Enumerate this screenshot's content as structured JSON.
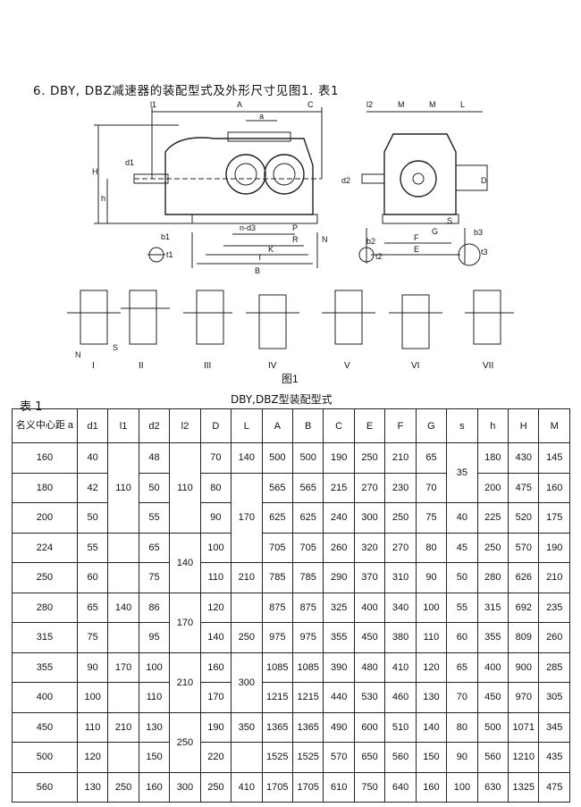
{
  "title": "6. DBY, DBZ减速器的装配型式及外形尺寸见图1. 表1",
  "figure": {
    "side_labels": {
      "l1": "l1",
      "A": "A",
      "a": "a",
      "C": "C",
      "H": "H",
      "h": "h",
      "d1": "d1",
      "b1": "b1",
      "t1": "t1",
      "nd3": "n-d3",
      "P": "P",
      "R": "R",
      "N": "N",
      "K": "K",
      "T": "T",
      "B": "B"
    },
    "end_labels": {
      "l2": "l2",
      "M1": "M",
      "M2": "M",
      "L": "L",
      "d2": "d2",
      "D": "D",
      "G": "G",
      "S": "S",
      "F": "F",
      "E": "E",
      "b2": "b2",
      "t2": "t2",
      "b3": "b3",
      "t3": "t3"
    },
    "arrangements": [
      "I",
      "II",
      "III",
      "IV",
      "V",
      "VI",
      "VII"
    ],
    "arrow_n": "N",
    "arrow_s": "S",
    "fig_caption": "图1"
  },
  "table": {
    "label": "表 1",
    "caption": "DBY,DBZ型装配型式",
    "headers": [
      "名义中心距 a",
      "d1",
      "l1",
      "d2",
      "l2",
      "D",
      "L",
      "A",
      "B",
      "C",
      "E",
      "F",
      "G",
      "s",
      "h",
      "H",
      "M"
    ],
    "rows": [
      [
        "160",
        "40",
        "",
        "48",
        "",
        "70",
        "140",
        "500",
        "500",
        "190",
        "250",
        "210",
        "65",
        "",
        "180",
        "430",
        "145"
      ],
      [
        "180",
        "42",
        "",
        "50",
        "",
        "80",
        "",
        "565",
        "565",
        "215",
        "270",
        "230",
        "70",
        "",
        "200",
        "475",
        "160"
      ],
      [
        "200",
        "50",
        "",
        "55",
        "",
        "90",
        "",
        "625",
        "625",
        "240",
        "300",
        "250",
        "75",
        "40",
        "225",
        "520",
        "175"
      ],
      [
        "224",
        "55",
        "",
        "65",
        "",
        "100",
        "",
        "705",
        "705",
        "260",
        "320",
        "270",
        "80",
        "45",
        "250",
        "570",
        "190"
      ],
      [
        "250",
        "60",
        "",
        "75",
        "",
        "110",
        "210",
        "785",
        "785",
        "290",
        "370",
        "310",
        "90",
        "50",
        "280",
        "626",
        "210"
      ],
      [
        "280",
        "65",
        "140",
        "86",
        "",
        "120",
        "",
        "875",
        "875",
        "325",
        "400",
        "340",
        "100",
        "55",
        "315",
        "692",
        "235"
      ],
      [
        "315",
        "75",
        "",
        "95",
        "",
        "140",
        "250",
        "975",
        "975",
        "355",
        "450",
        "380",
        "110",
        "60",
        "355",
        "809",
        "260"
      ],
      [
        "355",
        "90",
        "170",
        "100",
        "",
        "160",
        "",
        "1085",
        "1085",
        "390",
        "480",
        "410",
        "120",
        "65",
        "400",
        "900",
        "285"
      ],
      [
        "400",
        "100",
        "",
        "110",
        "",
        "170",
        "",
        "1215",
        "1215",
        "440",
        "530",
        "460",
        "130",
        "70",
        "450",
        "970",
        "305"
      ],
      [
        "450",
        "110",
        "210",
        "130",
        "",
        "190",
        "350",
        "1365",
        "1365",
        "490",
        "600",
        "510",
        "140",
        "80",
        "500",
        "1071",
        "345"
      ],
      [
        "500",
        "120",
        "",
        "150",
        "",
        "220",
        "",
        "1525",
        "1525",
        "570",
        "650",
        "560",
        "150",
        "90",
        "560",
        "1210",
        "435"
      ],
      [
        "560",
        "130",
        "250",
        "160",
        "300",
        "250",
        "410",
        "1705",
        "1705",
        "610",
        "750",
        "640",
        "160",
        "100",
        "630",
        "1325",
        "475"
      ]
    ],
    "merged": {
      "l1_160_200": "110",
      "l2_160_200": "110",
      "L_180_224": "170",
      "s_160_180": "35",
      "l2_224_250": "140",
      "l2_280_315": "170",
      "l2_355_400": "210",
      "L_355_400": "300",
      "l2_450_500": "250"
    }
  }
}
